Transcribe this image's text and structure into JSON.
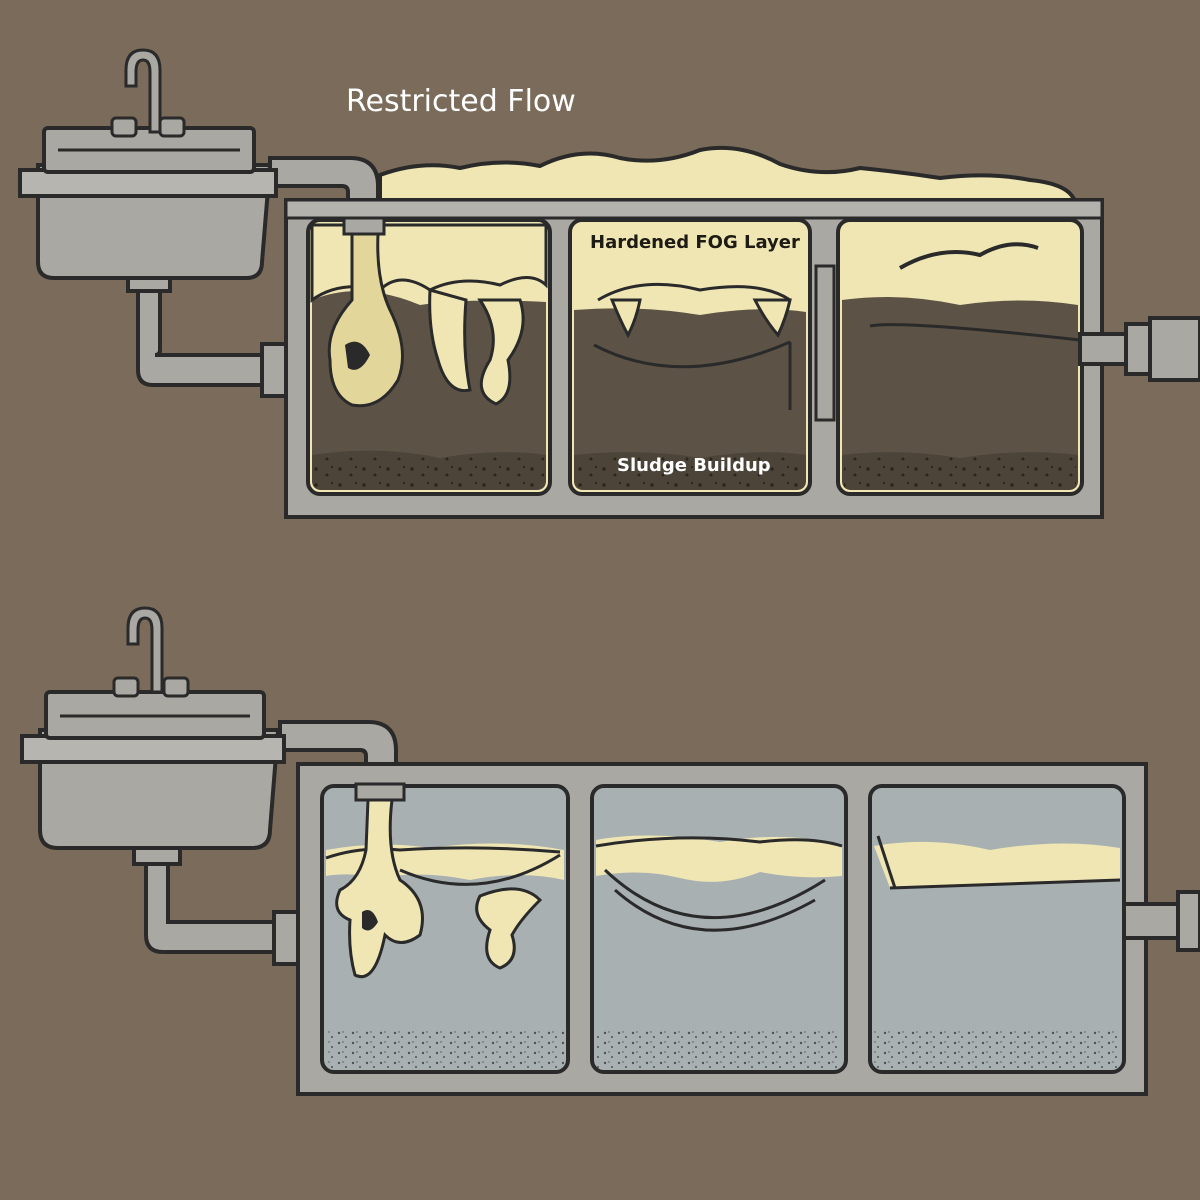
{
  "labels": {
    "title": "Restricted Flow",
    "fog_layer": "Hardened FOG Layer",
    "sludge": "Sludge Buildup"
  },
  "colors": {
    "background": "#7a6b5a",
    "steel": "#a9a8a3",
    "steel_dark": "#8d8c87",
    "outline": "#2a2a2a",
    "grease": "#efe6b4",
    "sludge": "#5c5346",
    "water": "#a8b0b2",
    "title_text": "#ffffff",
    "annotation_dark": "#1e1a14",
    "annotation_light": "#ffffff"
  },
  "icons": [
    "faucet-icon",
    "sink-icon"
  ]
}
